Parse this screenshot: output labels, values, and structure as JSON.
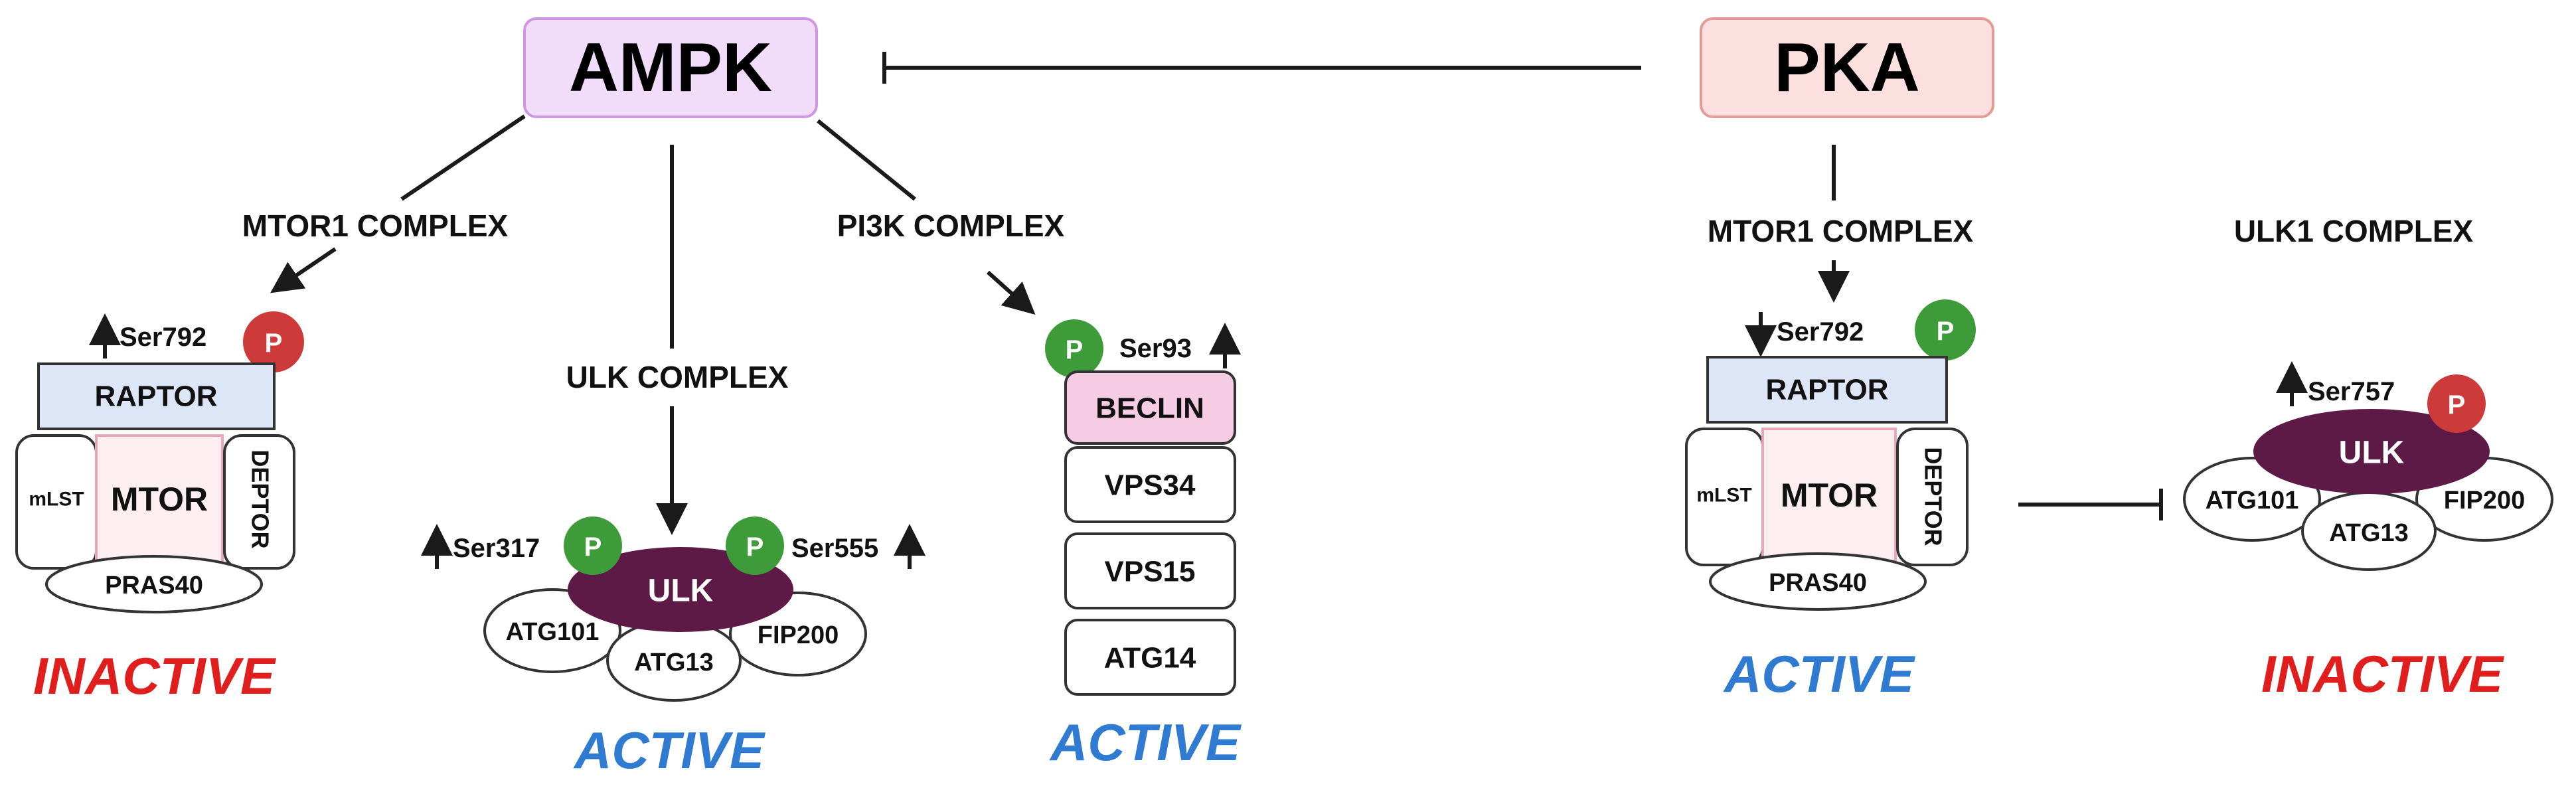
{
  "colors": {
    "ampk_fill": "#f1dcfa",
    "ampk_stroke": "#cf96e2",
    "pka_fill": "#fbe0df",
    "pka_stroke": "#e29b96",
    "raptor_fill": "#dce6f7",
    "mtor_fill": "#fdeef2",
    "beclin_fill": "#f6cce5",
    "ulk_fill": "#5e1a46",
    "p_green": "#3e9b3a",
    "p_red": "#cc3a3a",
    "inactive": "#e01e1e",
    "active": "#2e7bd1"
  },
  "nodes": {
    "ampk": "AMPK",
    "pka": "PKA"
  },
  "labels": {
    "mtor1_complex_left": "MTOR1 COMPLEX",
    "ulk_complex": "ULK COMPLEX",
    "pi3k_complex": "PI3K COMPLEX",
    "mtor1_complex_right": "MTOR1 COMPLEX",
    "ulk1_complex": "ULK1 COMPLEX"
  },
  "mtor_left": {
    "site": "Ser792",
    "p": "P",
    "raptor": "RAPTOR",
    "mtor": "MTOR",
    "mlst": "mLST",
    "deptor": "DEPTOR",
    "pras40": "PRAS40",
    "state": "INACTIVE"
  },
  "ulk_middle": {
    "site_left": "Ser317",
    "site_right": "Ser555",
    "p": "P",
    "ulk": "ULK",
    "atg101": "ATG101",
    "atg13": "ATG13",
    "fip200": "FIP200",
    "state": "ACTIVE"
  },
  "pi3k": {
    "site": "Ser93",
    "p": "P",
    "beclin": "BECLIN",
    "vps34": "VPS34",
    "vps15": "VPS15",
    "atg14": "ATG14",
    "state": "ACTIVE"
  },
  "mtor_right": {
    "site": "Ser792",
    "p": "P",
    "raptor": "RAPTOR",
    "mtor": "MTOR",
    "mlst": "mLST",
    "deptor": "DEPTOR",
    "pras40": "PRAS40",
    "state": "ACTIVE"
  },
  "ulk_right": {
    "site": "Ser757",
    "p": "P",
    "ulk": "ULK",
    "atg101": "ATG101",
    "atg13": "ATG13",
    "fip200": "FIP200",
    "state": "INACTIVE"
  }
}
